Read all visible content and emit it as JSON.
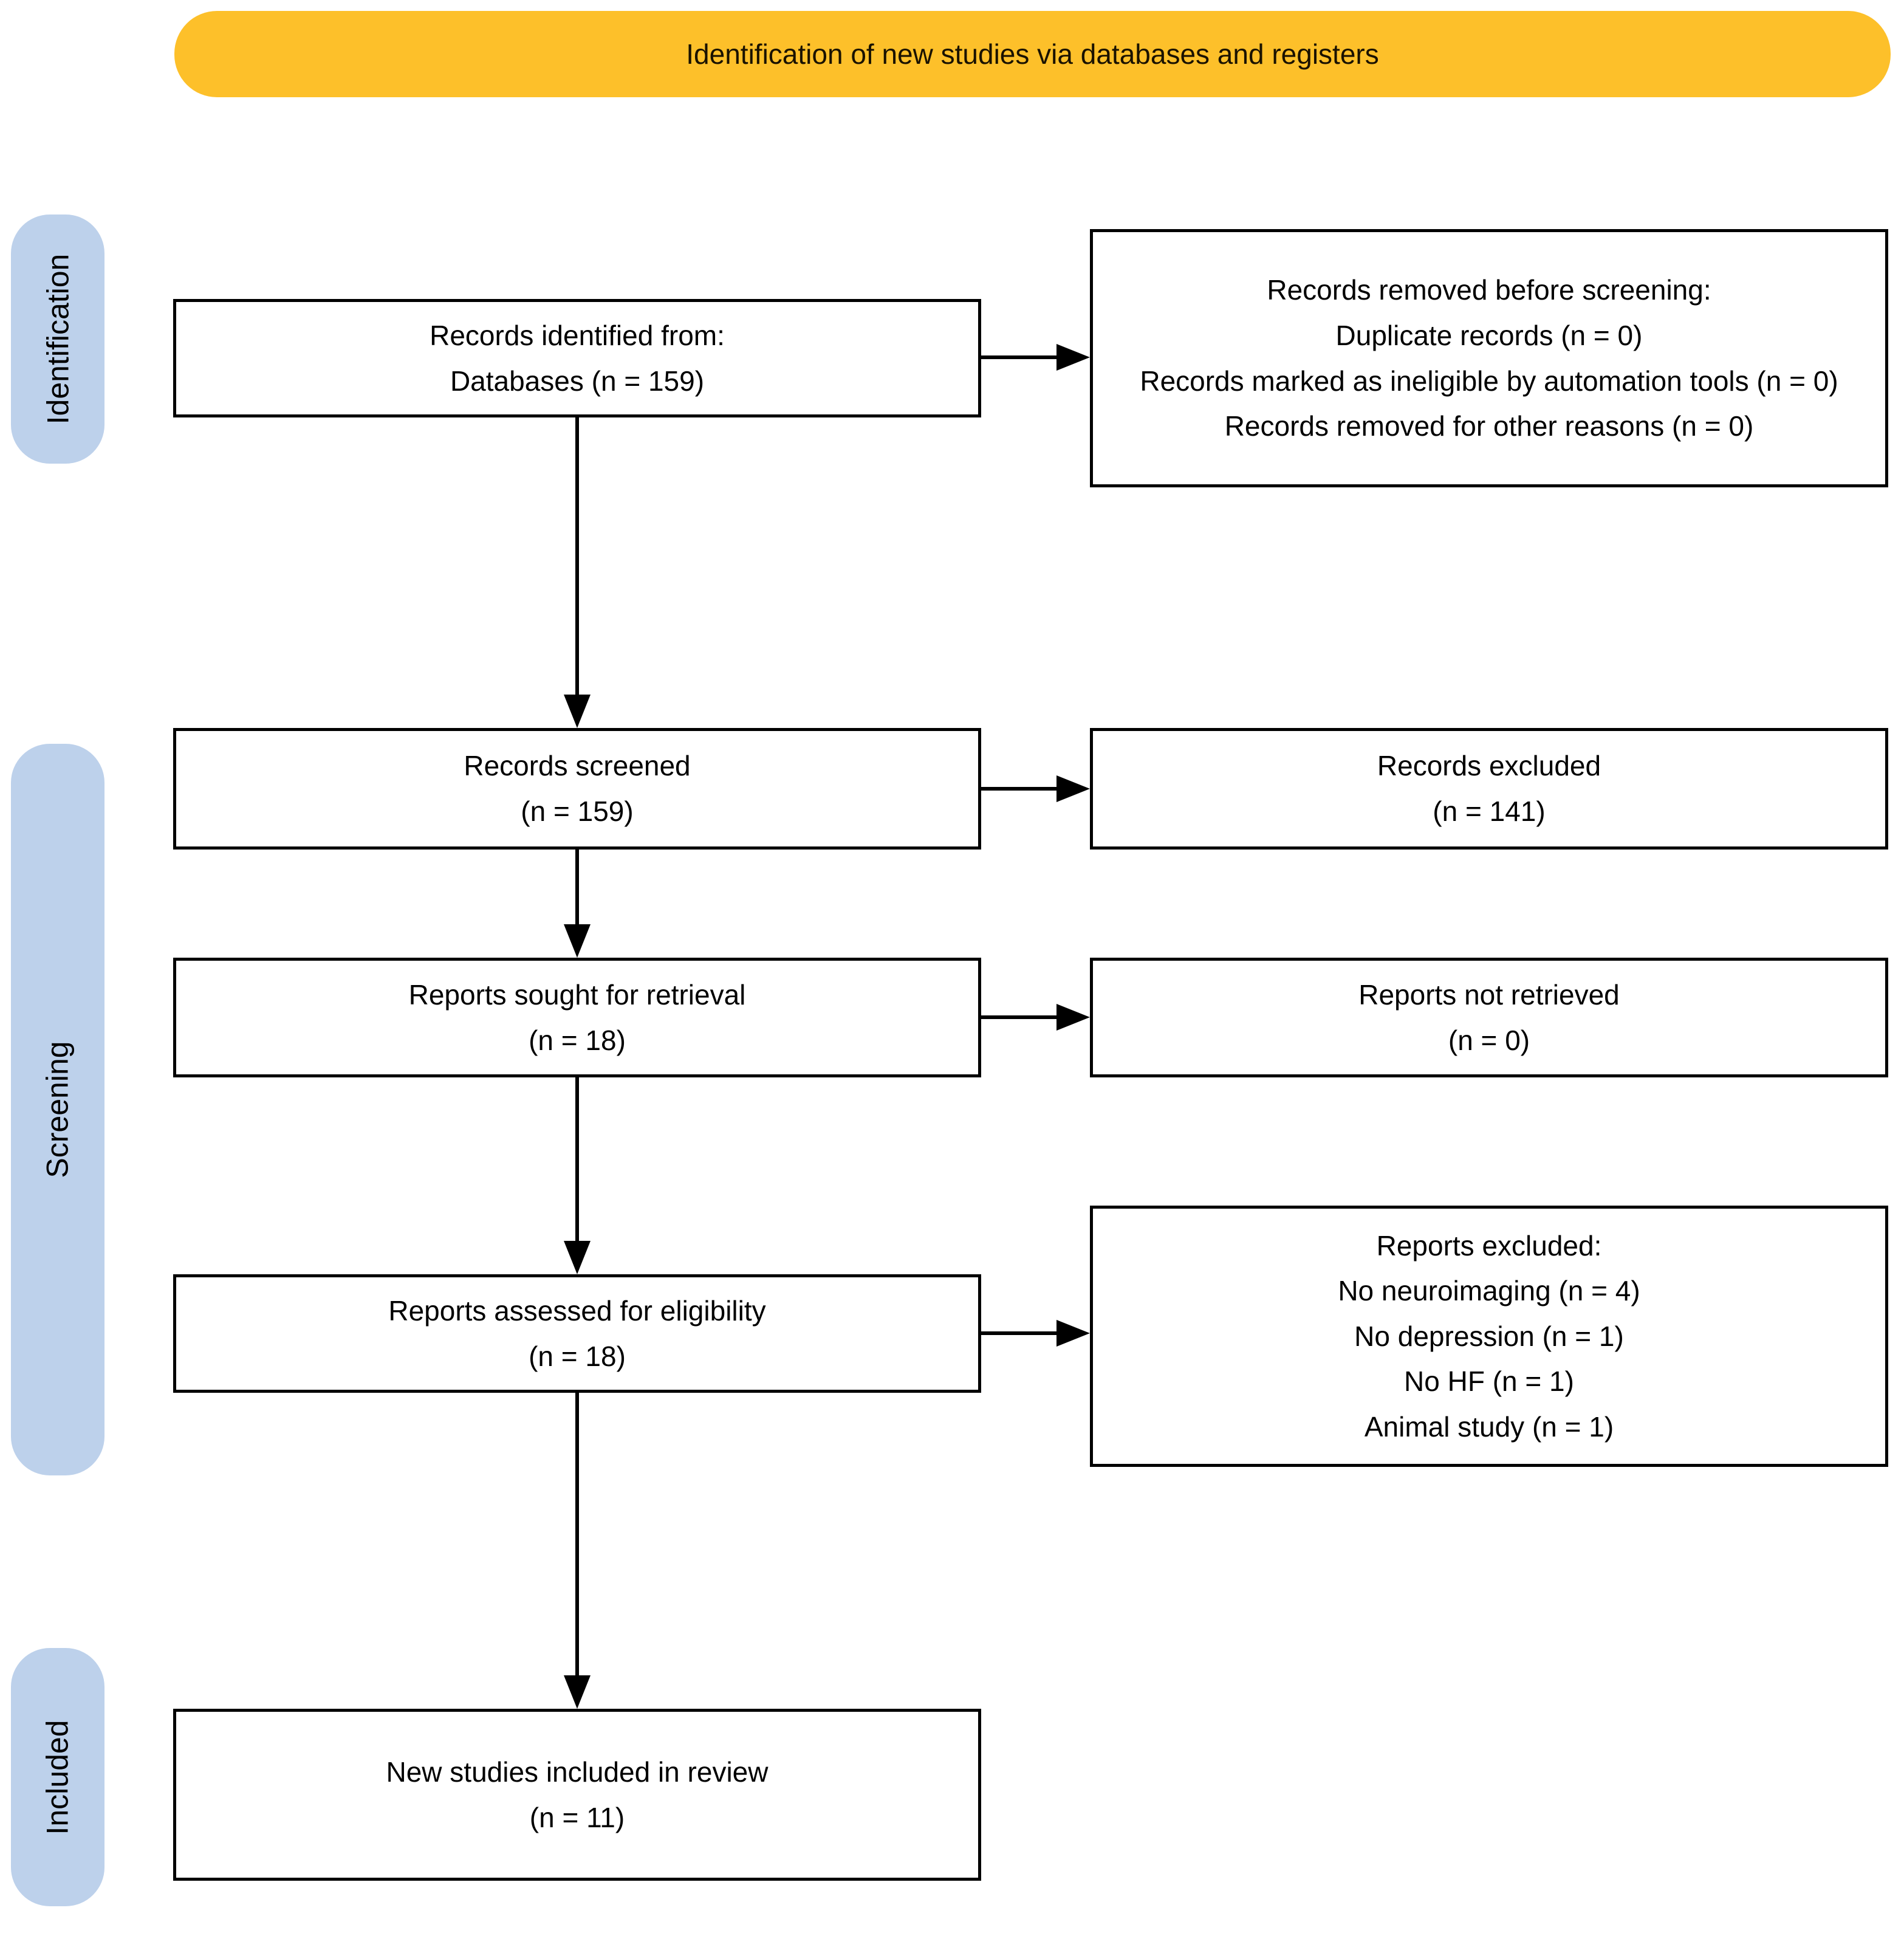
{
  "diagram": {
    "banner": {
      "label": "Identification of new studies via databases and registers"
    },
    "colors": {
      "banner_bg": "#FDC02A",
      "stage_bg": "#BDD1EB",
      "box_bg": "#FFFFFF",
      "box_border": "#000000",
      "arrow": "#000000",
      "text": "#000000"
    },
    "stages": [
      {
        "label": "Identification"
      },
      {
        "label": "Screening"
      },
      {
        "label": "Included"
      }
    ],
    "boxes": {
      "records_identified": {
        "lines": [
          "Records identified from:",
          "Databases (n = 159)"
        ]
      },
      "records_removed": {
        "lines": [
          "Records removed before screening:",
          "Duplicate records (n = 0)",
          "Records marked as ineligible by automation tools (n = 0)",
          "Records removed for other reasons (n = 0)"
        ]
      },
      "records_screened": {
        "lines": [
          "Records screened",
          "(n = 159)"
        ]
      },
      "records_excluded": {
        "lines": [
          "Records excluded",
          "(n = 141)"
        ]
      },
      "reports_sought": {
        "lines": [
          "Reports sought for retrieval",
          "(n = 18)"
        ]
      },
      "reports_not_retrieved": {
        "lines": [
          "Reports not retrieved",
          "(n = 0)"
        ]
      },
      "reports_assessed": {
        "lines": [
          "Reports assessed for eligibility",
          "(n = 18)"
        ]
      },
      "reports_excluded": {
        "lines": [
          "Reports excluded:",
          "No neuroimaging (n = 4)",
          "No depression (n = 1)",
          "No HF (n = 1)",
          "Animal study (n = 1)"
        ]
      },
      "new_studies_included": {
        "lines": [
          "New studies included in review",
          "(n = 11)"
        ]
      }
    },
    "connections": [
      {
        "from": "records_identified",
        "to": "records_removed",
        "direction": "right"
      },
      {
        "from": "records_identified",
        "to": "records_screened",
        "direction": "down"
      },
      {
        "from": "records_screened",
        "to": "records_excluded",
        "direction": "right"
      },
      {
        "from": "records_screened",
        "to": "reports_sought",
        "direction": "down"
      },
      {
        "from": "reports_sought",
        "to": "reports_not_retrieved",
        "direction": "right"
      },
      {
        "from": "reports_sought",
        "to": "reports_assessed",
        "direction": "down"
      },
      {
        "from": "reports_assessed",
        "to": "reports_excluded",
        "direction": "right"
      },
      {
        "from": "reports_assessed",
        "to": "new_studies_included",
        "direction": "down"
      }
    ]
  }
}
